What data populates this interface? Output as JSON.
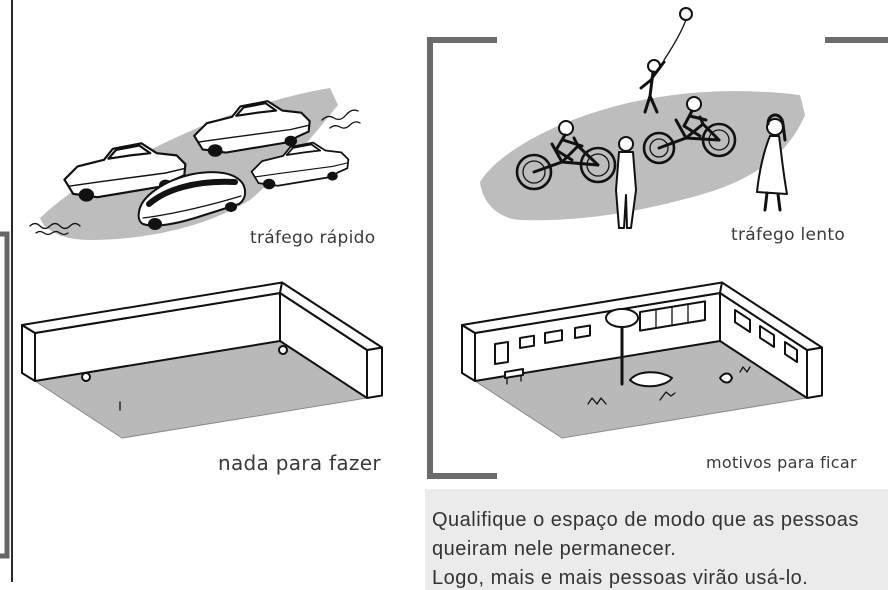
{
  "panels": {
    "fast_traffic": {
      "label": "tráfego rápido"
    },
    "nothing_to_do": {
      "label": "nada para fazer"
    },
    "slow_traffic": {
      "label": "tráfego lento"
    },
    "reasons_to_stay": {
      "label": "motivos para ficar"
    }
  },
  "caption": {
    "lines": [
      "Qualifique o espaço de modo que as pessoas",
      "queiram nele permanecer.",
      "Logo, mais e mais pessoas virão usá-lo."
    ]
  },
  "colors": {
    "ink": "#111111",
    "shade": "#bdbdbd",
    "frame": "#6b6b6b",
    "caption_background": "#ebebeb"
  }
}
